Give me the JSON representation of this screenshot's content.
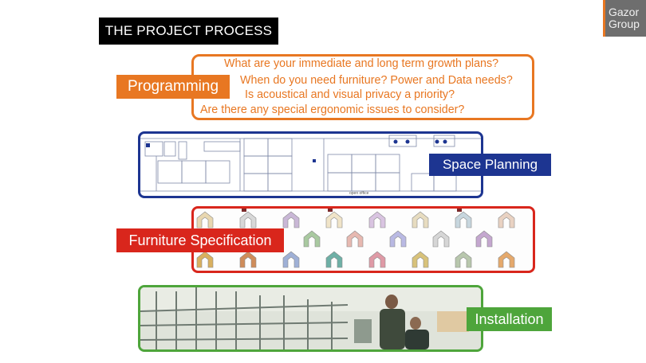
{
  "title": "THE PROJECT PROCESS",
  "logo": {
    "line1": "Gazor",
    "line2": "Group"
  },
  "programming": {
    "label": "Programming",
    "questions": [
      "What are your immediate and long term growth plans?",
      "When do you need furniture? Power and Data needs?",
      "Is acoustical and visual privacy a priority?",
      "Are there any special ergonomic issues to consider?"
    ]
  },
  "space_planning": {
    "label": "Space Planning",
    "plan_caption": "open office"
  },
  "furniture": {
    "label": "Furniture Specification"
  },
  "installation": {
    "label": "Installation"
  },
  "colors": {
    "programming": "#e87722",
    "space_planning": "#1d3591",
    "furniture": "#d9261c",
    "installation": "#4ea53b",
    "logo_bg": "#6e6e6e"
  }
}
